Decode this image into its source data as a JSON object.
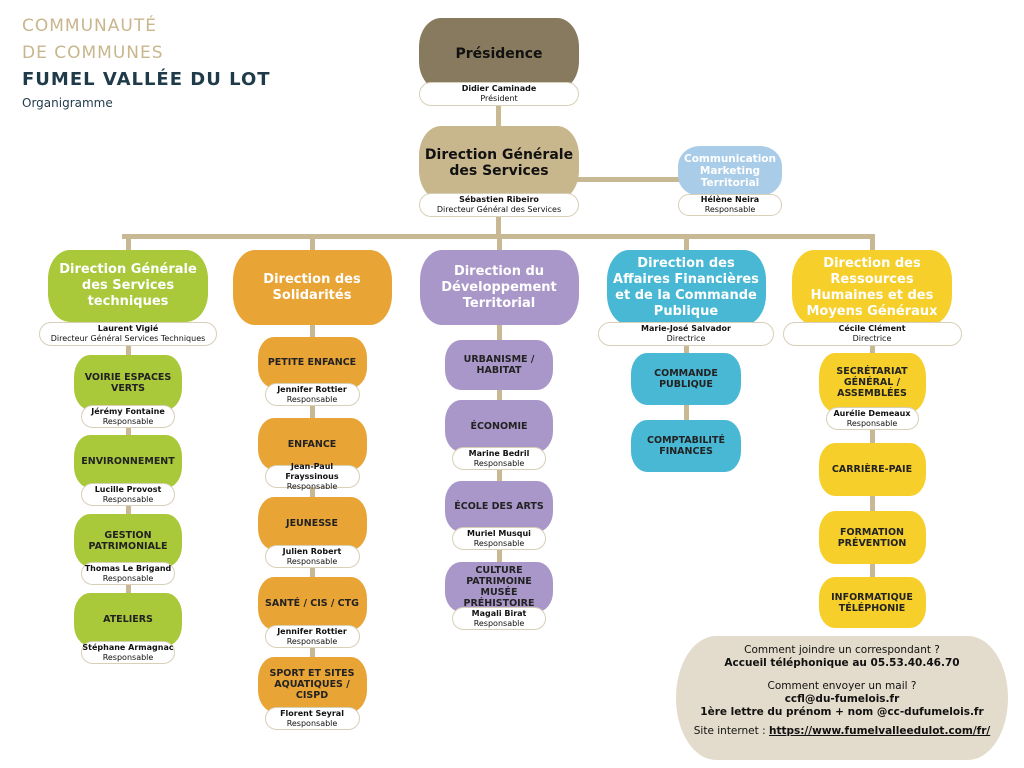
{
  "header": {
    "line1": "COMMUNAUTÉ",
    "line2": "DE COMMUNES",
    "line3": "FUMEL VALLÉE DU LOT",
    "subtitle": "Organigramme"
  },
  "colors": {
    "presidence": "#877a5e",
    "dgs": "#c8b68d",
    "communication": "#a9cce8",
    "green": "#a9c83a",
    "orange": "#e9a436",
    "purple": "#a997c9",
    "blue": "#48b8d4",
    "yellow": "#f6cf2a"
  },
  "presidence": {
    "title": "Présidence",
    "name": "Didier Caminade",
    "role": "Président"
  },
  "dgs": {
    "title": "Direction Générale des Services",
    "name": "Sébastien Ribeiro",
    "role": "Directeur Général des Services"
  },
  "communication": {
    "title": "Communication Marketing Territorial",
    "name": "Hélène Neira",
    "role": "Responsable"
  },
  "columns": [
    {
      "title": "Direction Générale des Services techniques",
      "name": "Laurent Vigié",
      "role": "Directeur Général Services Techniques",
      "services": [
        {
          "label": "VOIRIE ESPACES VERTS",
          "name": "Jérémy Fontaine",
          "role": "Responsable"
        },
        {
          "label": "ENVIRONNEMENT",
          "name": "Lucille Provost",
          "role": "Responsable"
        },
        {
          "label": "GESTION PATRIMONIALE",
          "name": "Thomas Le Brigand",
          "role": "Responsable"
        },
        {
          "label": "ATELIERS",
          "name": "Stéphane Armagnac",
          "role": "Responsable"
        }
      ]
    },
    {
      "title": "Direction des Solidarités",
      "services": [
        {
          "label": "PETITE ENFANCE",
          "name": "Jennifer Rottier",
          "role": "Responsable"
        },
        {
          "label": "ENFANCE",
          "name": "Jean-Paul Frayssinous",
          "role": "Responsable"
        },
        {
          "label": "JEUNESSE",
          "name": "Julien Robert",
          "role": "Responsable"
        },
        {
          "label": "SANTÉ / CIS / CTG",
          "name": "Jennifer Rottier",
          "role": "Responsable"
        },
        {
          "label": "SPORT ET SITES AQUATIQUES / CISPD",
          "name": "Florent Seyral",
          "role": "Responsable"
        }
      ]
    },
    {
      "title": "Direction du Développement Territorial",
      "services": [
        {
          "label": "URBANISME / HABITAT"
        },
        {
          "label": "ÉCONOMIE",
          "name": "Marine Bedril",
          "role": "Responsable"
        },
        {
          "label": "ÉCOLE DES ARTS",
          "name": "Muriel Musqui",
          "role": "Responsable"
        },
        {
          "label": "CULTURE PATRIMOINE MUSÉE PRÉHISTOIRE",
          "name": "Magali Birat",
          "role": "Responsable"
        }
      ]
    },
    {
      "title": "Direction des Affaires Financières et de la Commande Publique",
      "name": "Marie-José Salvador",
      "role": "Directrice",
      "services": [
        {
          "label": "COMMANDE PUBLIQUE"
        },
        {
          "label": "COMPTABILITÉ FINANCES"
        }
      ]
    },
    {
      "title": "Direction des Ressources Humaines et des Moyens Généraux",
      "name": "Cécile Clément",
      "role": "Directrice",
      "services": [
        {
          "label": "SECRÉTARIAT GÉNÉRAL / ASSEMBLÉES",
          "name": "Aurélie Demeaux",
          "role": "Responsable"
        },
        {
          "label": "CARRIÈRE-PAIE"
        },
        {
          "label": "FORMATION PRÉVENTION"
        },
        {
          "label": "INFORMATIQUE TÉLÉPHONIE"
        }
      ]
    }
  ],
  "footer": {
    "q1": "Comment joindre un correspondant ?",
    "a1": "Accueil téléphonique au 05.53.40.46.70",
    "q2": "Comment envoyer un mail ?",
    "a2": "ccfl@du-fumelois.fr",
    "a3": "1ère lettre du prénom + nom @cc-dufumelois.fr",
    "site_label": "Site internet :",
    "site_url": "https://www.fumelvalleedulot.com/fr/"
  }
}
